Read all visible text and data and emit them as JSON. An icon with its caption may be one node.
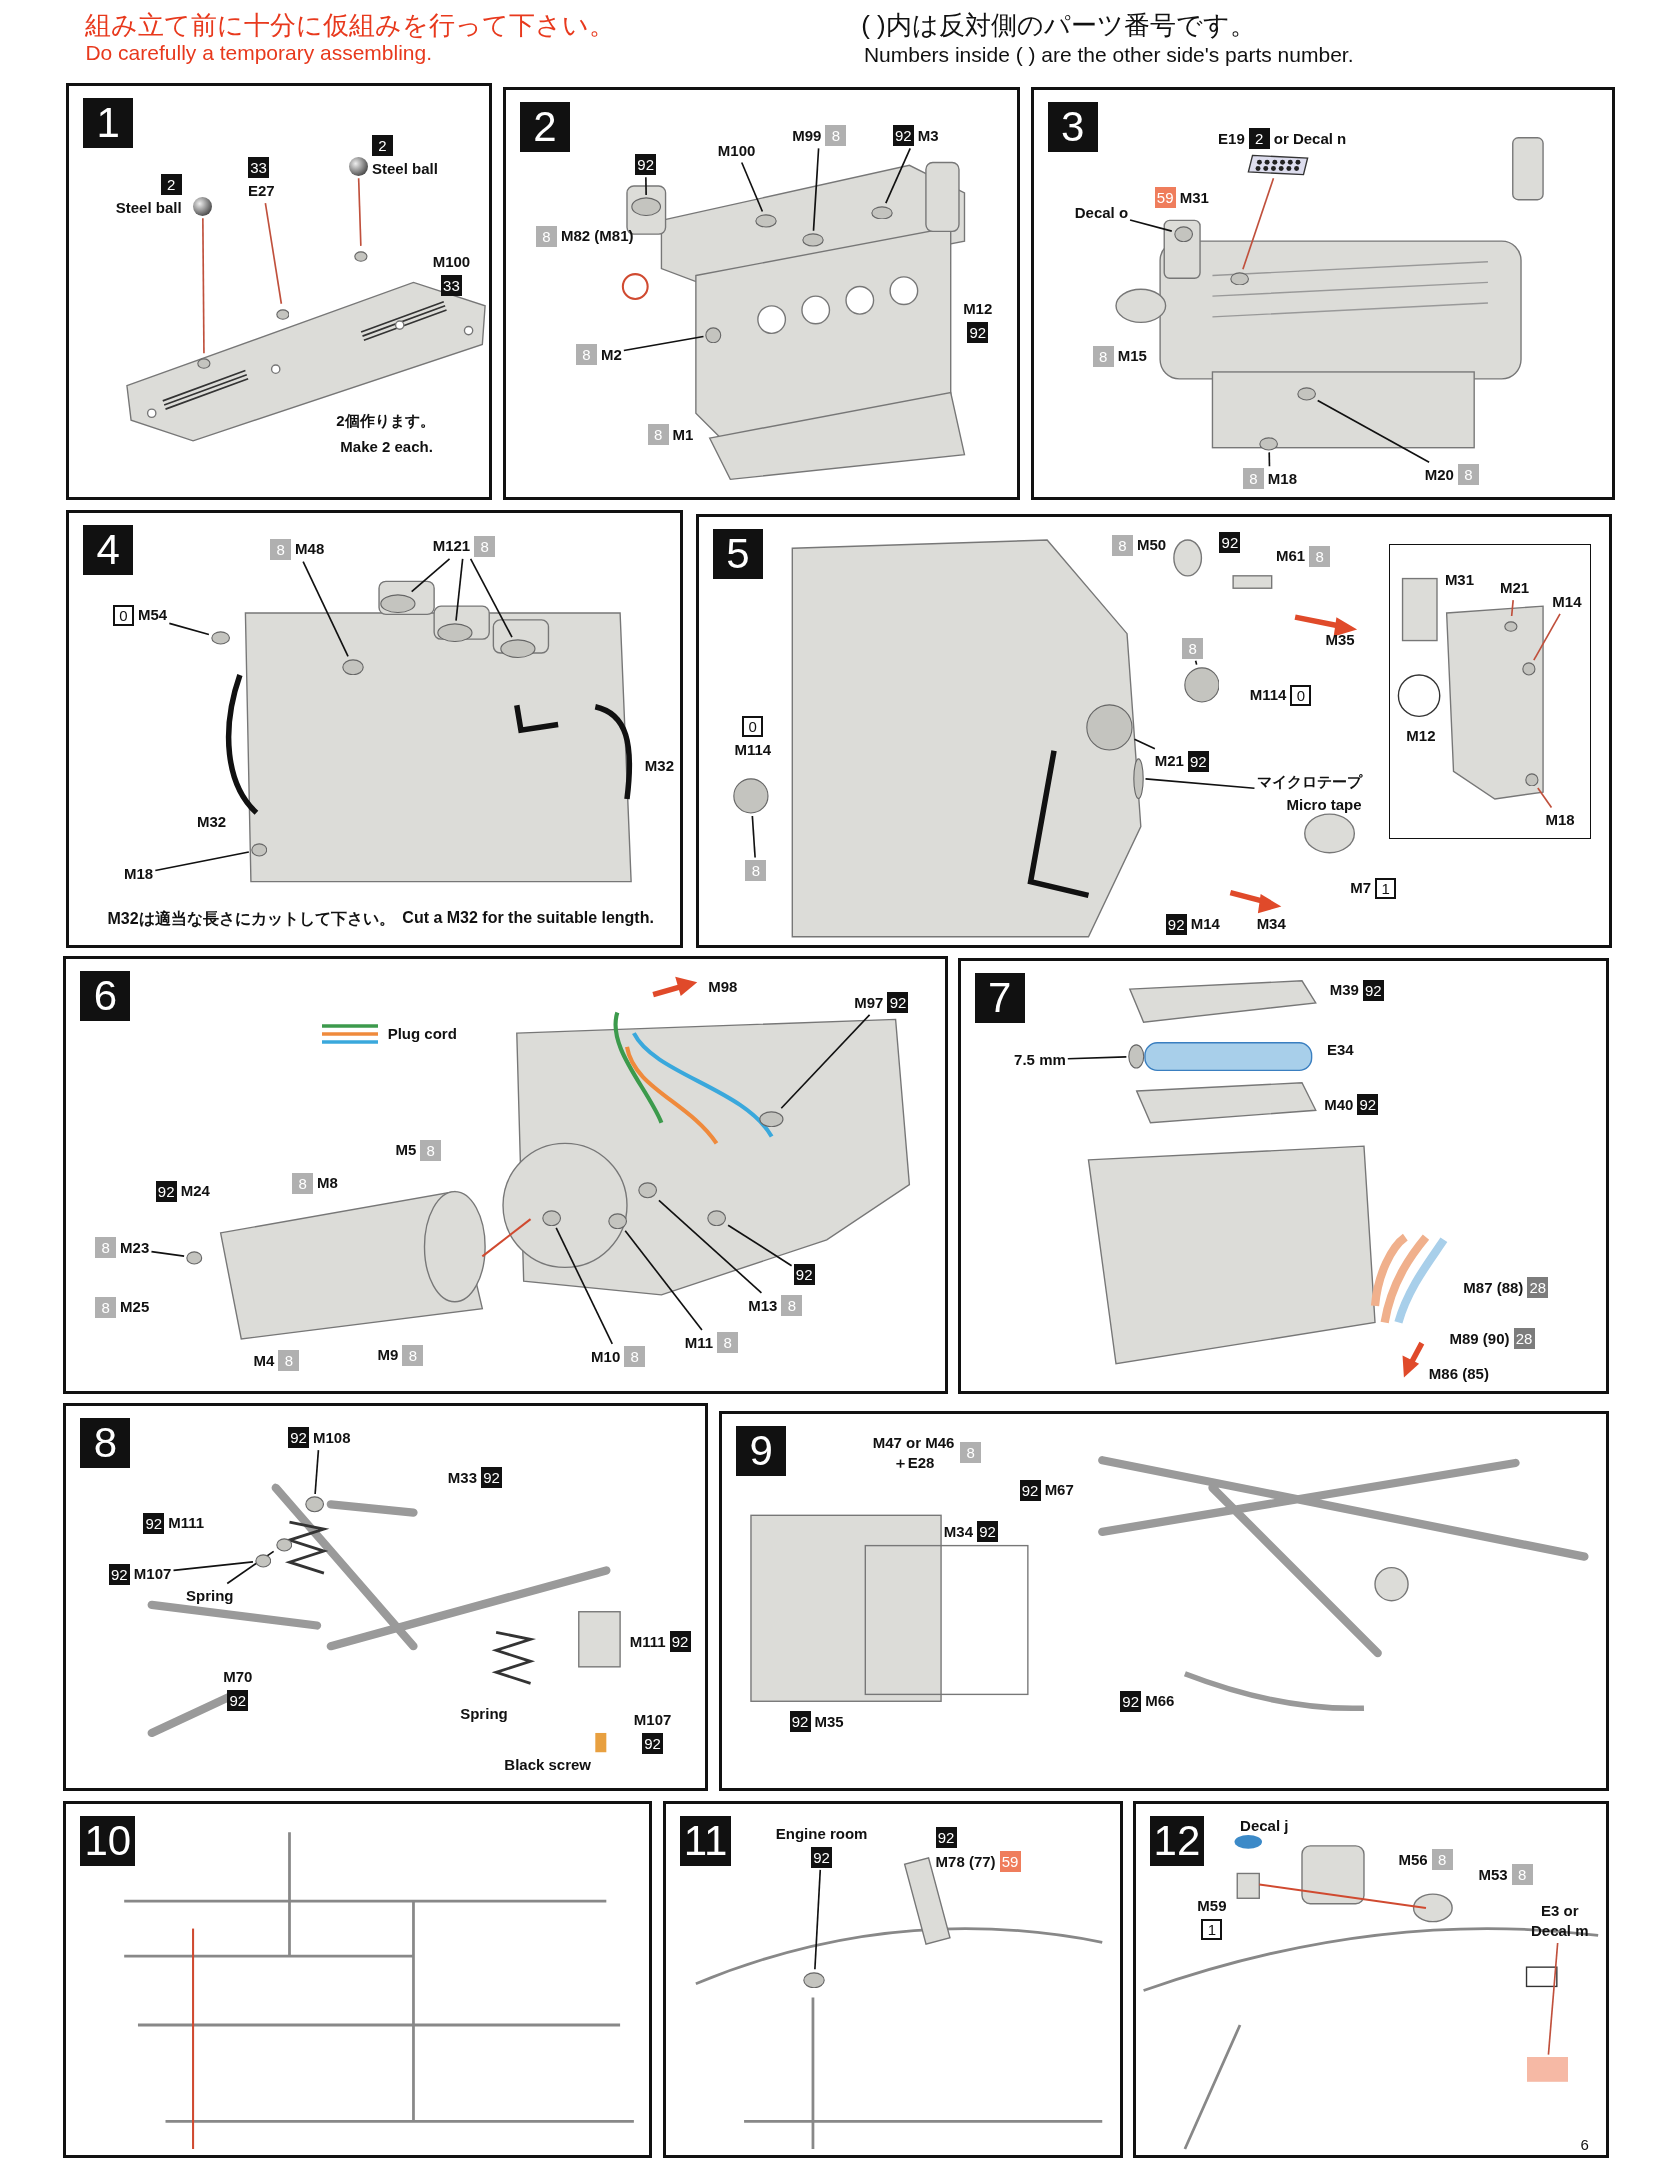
{
  "diagram": {
    "nodes": [
      {
        "text": [
          "1"
        ]
      },
      {
        "text": [
          "2",
          "Steel ball"
        ],
        "in": 0
      },
      {
        "text": [],
        "shape": "circle",
        "in": 0
      },
      {
        "text": [
          "2",
          "Steel ball"
        ],
        "in": 0
      },
      {
        "text": [],
        "shape": "circle",
        "in": 0
      },
      {
        "text": [
          "33",
          "E27"
        ],
        "in": 0
      },
      {
        "text": [
          "M100",
          "33"
        ],
        "in": 0
      },
      {
        "text": [
          "2"
        ]
      },
      {
        "text": [
          "92"
        ],
        "in": 7
      },
      {
        "text": [
          "8",
          "M82 (M81)"
        ],
        "in": 7
      },
      {
        "text": [
          "M100"
        ],
        "in": 7
      },
      {
        "text": [
          "M99",
          "8"
        ],
        "in": 7
      },
      {
        "text": [
          "92",
          "M3"
        ],
        "in": 7
      },
      {
        "text": [
          "M12",
          "92"
        ],
        "in": 7
      },
      {
        "text": [
          "8",
          "M2"
        ],
        "in": 7
      },
      {
        "text": [
          "8",
          "M1"
        ],
        "in": 7
      },
      {
        "text": [
          "3"
        ]
      },
      {
        "text": [
          "E19",
          "2",
          "or Decal n"
        ],
        "in": 16
      },
      {
        "text": [],
        "shape": "picture",
        "in": 16
      },
      {
        "text": [
          "Decal o"
        ],
        "in": 16
      },
      {
        "text": [
          "59",
          "M31"
        ],
        "in": 16
      },
      {
        "text": [
          "8",
          "M15"
        ],
        "in": 16
      },
      {
        "text": [
          "8",
          "M18"
        ],
        "in": 16
      },
      {
        "text": [
          "M20",
          "8"
        ],
        "in": 16
      },
      {
        "text": [
          "4"
        ]
      },
      {
        "text": [
          "8",
          "M48"
        ],
        "in": 24
      },
      {
        "text": [
          "M121",
          "8"
        ],
        "in": 24
      },
      {
        "text": [
          "0",
          "M54"
        ],
        "in": 24
      },
      {
        "text": [
          "M32"
        ],
        "in": 24
      },
      {
        "text": [
          "M32"
        ],
        "in": 24
      },
      {
        "text": [
          "M18"
        ],
        "in": 24
      },
      {
        "text": [
          "5"
        ]
      },
      {
        "text": [
          "8",
          "M50"
        ],
        "in": 31
      },
      {
        "text": [
          "92"
        ],
        "in": 31
      },
      {
        "text": [
          "M61",
          "8"
        ],
        "in": 31
      },
      {
        "text": [
          "M35"
        ],
        "in": 31
      },
      {
        "text": [
          "8"
        ],
        "in": 31
      },
      {
        "text": [
          "M114",
          "0"
        ],
        "in": 31
      },
      {
        "text": [
          "0",
          "M114"
        ],
        "in": 31
      },
      {
        "text": [
          "8"
        ],
        "in": 31
      },
      {
        "text": [
          "M21",
          "92"
        ],
        "in": 31
      },
      {
        "text": [
          "マイクロテープ",
          "Micro tape"
        ],
        "in": 31
      },
      {
        "text": [
          "M7",
          "1"
        ],
        "in": 31
      },
      {
        "text": [
          "92",
          "M14"
        ],
        "in": 31
      },
      {
        "text": [
          "M34"
        ],
        "in": 31
      },
      {
        "text": [],
        "shape": "box",
        "in": 31
      },
      {
        "text": [
          "M31"
        ],
        "in": 45
      },
      {
        "text": [
          "M21"
        ],
        "in": 45
      },
      {
        "text": [
          "M14"
        ],
        "in": 45
      },
      {
        "text": [
          "M12"
        ],
        "in": 45
      },
      {
        "text": [
          "M18"
        ],
        "in": 45
      },
      {
        "text": [
          "6"
        ]
      },
      {
        "text": [
          "M98"
        ],
        "in": 51
      },
      {
        "text": [
          "M97",
          "92"
        ],
        "in": 51
      },
      {
        "text": [
          "M5",
          "8"
        ],
        "in": 51
      },
      {
        "text": [
          "8",
          "M8"
        ],
        "in": 51
      },
      {
        "text": [
          "92",
          "M24"
        ],
        "in": 51
      },
      {
        "text": [
          "8",
          "M23"
        ],
        "in": 51
      },
      {
        "text": [
          "8",
          "M25"
        ],
        "in": 51
      },
      {
        "text": [
          "M4",
          "8"
        ],
        "in": 51
      },
      {
        "text": [
          "M9",
          "8"
        ],
        "in": 51
      },
      {
        "text": [
          "M10",
          "8"
        ],
        "in": 51
      },
      {
        "text": [
          "M11",
          "8"
        ],
        "in": 51
      },
      {
        "text": [
          "M13",
          "8"
        ],
        "in": 51
      },
      {
        "text": [
          "92"
        ],
        "in": 51
      },
      {
        "text": [
          "7"
        ]
      },
      {
        "text": [
          "M39",
          "92"
        ],
        "in": 65
      },
      {
        "text": [
          "7.5 mm"
        ],
        "in": 65
      },
      {
        "text": [
          "E34"
        ],
        "in": 65
      },
      {
        "text": [
          "M40",
          "92"
        ],
        "in": 65
      },
      {
        "text": [
          "M87 (88)",
          "28"
        ],
        "in": 65
      },
      {
        "text": [
          "M89 (90)",
          "28"
        ],
        "in": 65
      },
      {
        "text": [
          "M86 (85)"
        ],
        "in": 65
      },
      {
        "text": [
          "8"
        ]
      },
      {
        "text": [
          "92",
          "M108"
        ],
        "in": 73
      },
      {
        "text": [
          "M33",
          "92"
        ],
        "in": 73
      },
      {
        "text": [
          "92",
          "M111"
        ],
        "in": 73
      },
      {
        "text": [
          "92",
          "M107"
        ],
        "in": 73
      },
      {
        "text": [
          "Spring"
        ],
        "in": 73
      },
      {
        "text": [
          "M70",
          "92"
        ],
        "in": 73
      },
      {
        "text": [
          "Spring"
        ],
        "in": 73
      },
      {
        "text": [
          "M111",
          "92"
        ],
        "in": 73
      },
      {
        "text": [
          "M107",
          "92"
        ],
        "in": 73
      },
      {
        "text": [
          "Black screw"
        ],
        "in": 73
      },
      {
        "text": [
          "9"
        ]
      },
      {
        "text": [
          "M47 or M46＋E28",
          "8"
        ],
        "in": 84
      },
      {
        "text": [
          "92",
          "M67"
        ],
        "in": 84
      },
      {
        "text": [
          "M34",
          "92"
        ],
        "in": 84
      },
      {
        "text": [
          "92",
          "M35"
        ],
        "in": 84
      },
      {
        "text": [
          "92",
          "M66"
        ],
        "in": 84
      },
      {
        "text": [
          "10"
        ]
      },
      {
        "text": [
          "11"
        ]
      },
      {
        "text": [
          "Engine room",
          "92"
        ],
        "in": 91
      },
      {
        "text": [
          "92",
          "M78 (77)",
          "59"
        ],
        "in": 91
      },
      {
        "text": [
          "12"
        ]
      },
      {
        "text": [
          "Decal j"
        ],
        "in": 94
      },
      {
        "text": [
          "M59",
          "1"
        ],
        "in": 94
      },
      {
        "text": [
          "M56",
          "8"
        ],
        "in": 94
      },
      {
        "text": [
          "M53",
          "8"
        ],
        "in": 94
      },
      {
        "text": [
          "E3 or Decal m"
        ],
        "in": 94
      },
      {
        "text": [],
        "shape": "circle",
        "in": 0
      },
      {
        "text": [],
        "shape": "circle",
        "in": 0
      },
      {
        "text": [],
        "shape": "circle",
        "in": 0
      },
      {
        "text": [],
        "shape": "circle",
        "in": 7
      },
      {
        "text": [],
        "shape": "circle",
        "in": 7
      },
      {
        "text": [],
        "shape": "circle",
        "in": 7
      },
      {
        "text": [],
        "shape": "circle",
        "in": 7
      },
      {
        "text": [],
        "shape": "circle",
        "in": 7
      },
      {
        "text": [],
        "shape": "circle",
        "in": 16
      },
      {
        "text": [],
        "shape": "circle",
        "in": 16
      },
      {
        "text": [],
        "shape": "circle",
        "in": 16
      },
      {
        "text": [],
        "shape": "circle",
        "in": 16
      },
      {
        "text": [],
        "shape": "circle",
        "in": 24
      },
      {
        "text": [],
        "shape": "circle",
        "in": 24
      },
      {
        "text": [],
        "shape": "circle",
        "in": 24
      },
      {
        "text": [],
        "shape": "circle",
        "in": 24
      },
      {
        "text": [],
        "shape": "circle",
        "in": 24
      },
      {
        "text": [],
        "shape": "circle",
        "in": 24
      },
      {
        "text": [],
        "shape": "circle",
        "in": 31
      },
      {
        "text": [],
        "shape": "circle",
        "in": 31
      },
      {
        "text": [],
        "shape": "circle",
        "in": 31
      },
      {
        "text": [],
        "shape": "circle",
        "in": 31
      },
      {
        "text": [],
        "shape": "circle",
        "in": 45
      },
      {
        "text": [],
        "shape": "circle",
        "in": 45
      },
      {
        "text": [],
        "shape": "circle",
        "in": 45
      },
      {
        "text": [],
        "shape": "circle",
        "in": 51
      },
      {
        "text": [],
        "shape": "circle",
        "in": 51
      },
      {
        "text": [],
        "shape": "circle",
        "in": 51
      },
      {
        "text": [],
        "shape": "circle",
        "in": 51
      },
      {
        "text": [],
        "shape": "circle",
        "in": 51
      },
      {
        "text": [],
        "shape": "circle",
        "in": 51
      },
      {
        "text": [],
        "shape": "circle",
        "in": 65
      },
      {
        "text": [],
        "shape": "circle",
        "in": 73
      },
      {
        "text": [],
        "shape": "circle",
        "in": 73
      },
      {
        "text": [],
        "shape": "circle",
        "in": 73
      },
      {
        "text": [],
        "shape": "circle",
        "in": 91
      },
      {
        "text": [],
        "shape": "box",
        "in": 94
      }
    ],
    "edges": [
      {
        "from": 2,
        "to": 100,
        "arrow": "none",
        "color": "#c0503c"
      },
      {
        "from": 4,
        "to": 101,
        "arrow": "none",
        "color": "#c0503c"
      },
      {
        "from": 5,
        "to": 102,
        "arrow": "none",
        "color": "#c0503c"
      },
      {
        "from": 8,
        "to": 103,
        "arrow": "none"
      },
      {
        "from": 10,
        "to": 104,
        "arrow": "none"
      },
      {
        "from": 11,
        "to": 105,
        "arrow": "none"
      },
      {
        "from": 12,
        "to": 106,
        "arrow": "none"
      },
      {
        "from": 14,
        "to": 107,
        "arrow": "none"
      },
      {
        "from": 18,
        "to": 108,
        "arrow": "none",
        "color": "#c0503c"
      },
      {
        "from": 19,
        "to": 109,
        "arrow": "none"
      },
      {
        "from": 22,
        "to": 110,
        "arrow": "none"
      },
      {
        "from": 23,
        "to": 111,
        "arrow": "none"
      },
      {
        "from": 25,
        "to": 112,
        "arrow": "none"
      },
      {
        "from": 26,
        "to": 113,
        "arrow": "none"
      },
      {
        "from": 26,
        "to": 114,
        "arrow": "none"
      },
      {
        "from": 26,
        "to": 115,
        "arrow": "none"
      },
      {
        "from": 27,
        "to": 116,
        "arrow": "none"
      },
      {
        "from": 30,
        "to": 117,
        "arrow": "none"
      },
      {
        "from": 36,
        "to": 118,
        "arrow": "none"
      },
      {
        "from": 39,
        "to": 119,
        "arrow": "none"
      },
      {
        "from": 40,
        "to": 120,
        "arrow": "none"
      },
      {
        "from": 41,
        "to": 121,
        "arrow": "none"
      },
      {
        "from": 47,
        "to": 122,
        "arrow": "none",
        "color": "#c0503c"
      },
      {
        "from": 48,
        "to": 123,
        "arrow": "none",
        "color": "#c0503c"
      },
      {
        "from": 50,
        "to": 124,
        "arrow": "none",
        "color": "#c0503c"
      },
      {
        "from": 53,
        "to": 125,
        "arrow": "none"
      },
      {
        "from": 57,
        "to": 126,
        "arrow": "none"
      },
      {
        "from": 61,
        "to": 127,
        "arrow": "none"
      },
      {
        "from": 62,
        "to": 128,
        "arrow": "none"
      },
      {
        "from": 63,
        "to": 129,
        "arrow": "none"
      },
      {
        "from": 64,
        "to": 130,
        "arrow": "none"
      },
      {
        "from": 67,
        "to": 131,
        "arrow": "none"
      },
      {
        "from": 74,
        "to": 132,
        "arrow": "none"
      },
      {
        "from": 77,
        "to": 133,
        "arrow": "none"
      },
      {
        "from": 78,
        "to": 134,
        "arrow": "none"
      },
      {
        "from": 92,
        "to": 135,
        "arrow": "none"
      },
      {
        "from": 99,
        "to": 136,
        "arrow": "none",
        "color": "#c0503c"
      }
    ],
    "labels": [
      "組み立て前に十分に仮組みを行って下さい。",
      "Do carefully a temporary assembling.",
      "( )内は反対側のパーツ番号です。",
      "Numbers inside ( ) are the other side's parts number.",
      "2個作ります。",
      "Make 2 each.",
      "M32は適当な長さにカットして下さい。",
      "Cut a M32 for the suitable length.",
      "6"
    ],
    "legend": [
      {
        "text": "Plug cord"
      }
    ]
  }
}
